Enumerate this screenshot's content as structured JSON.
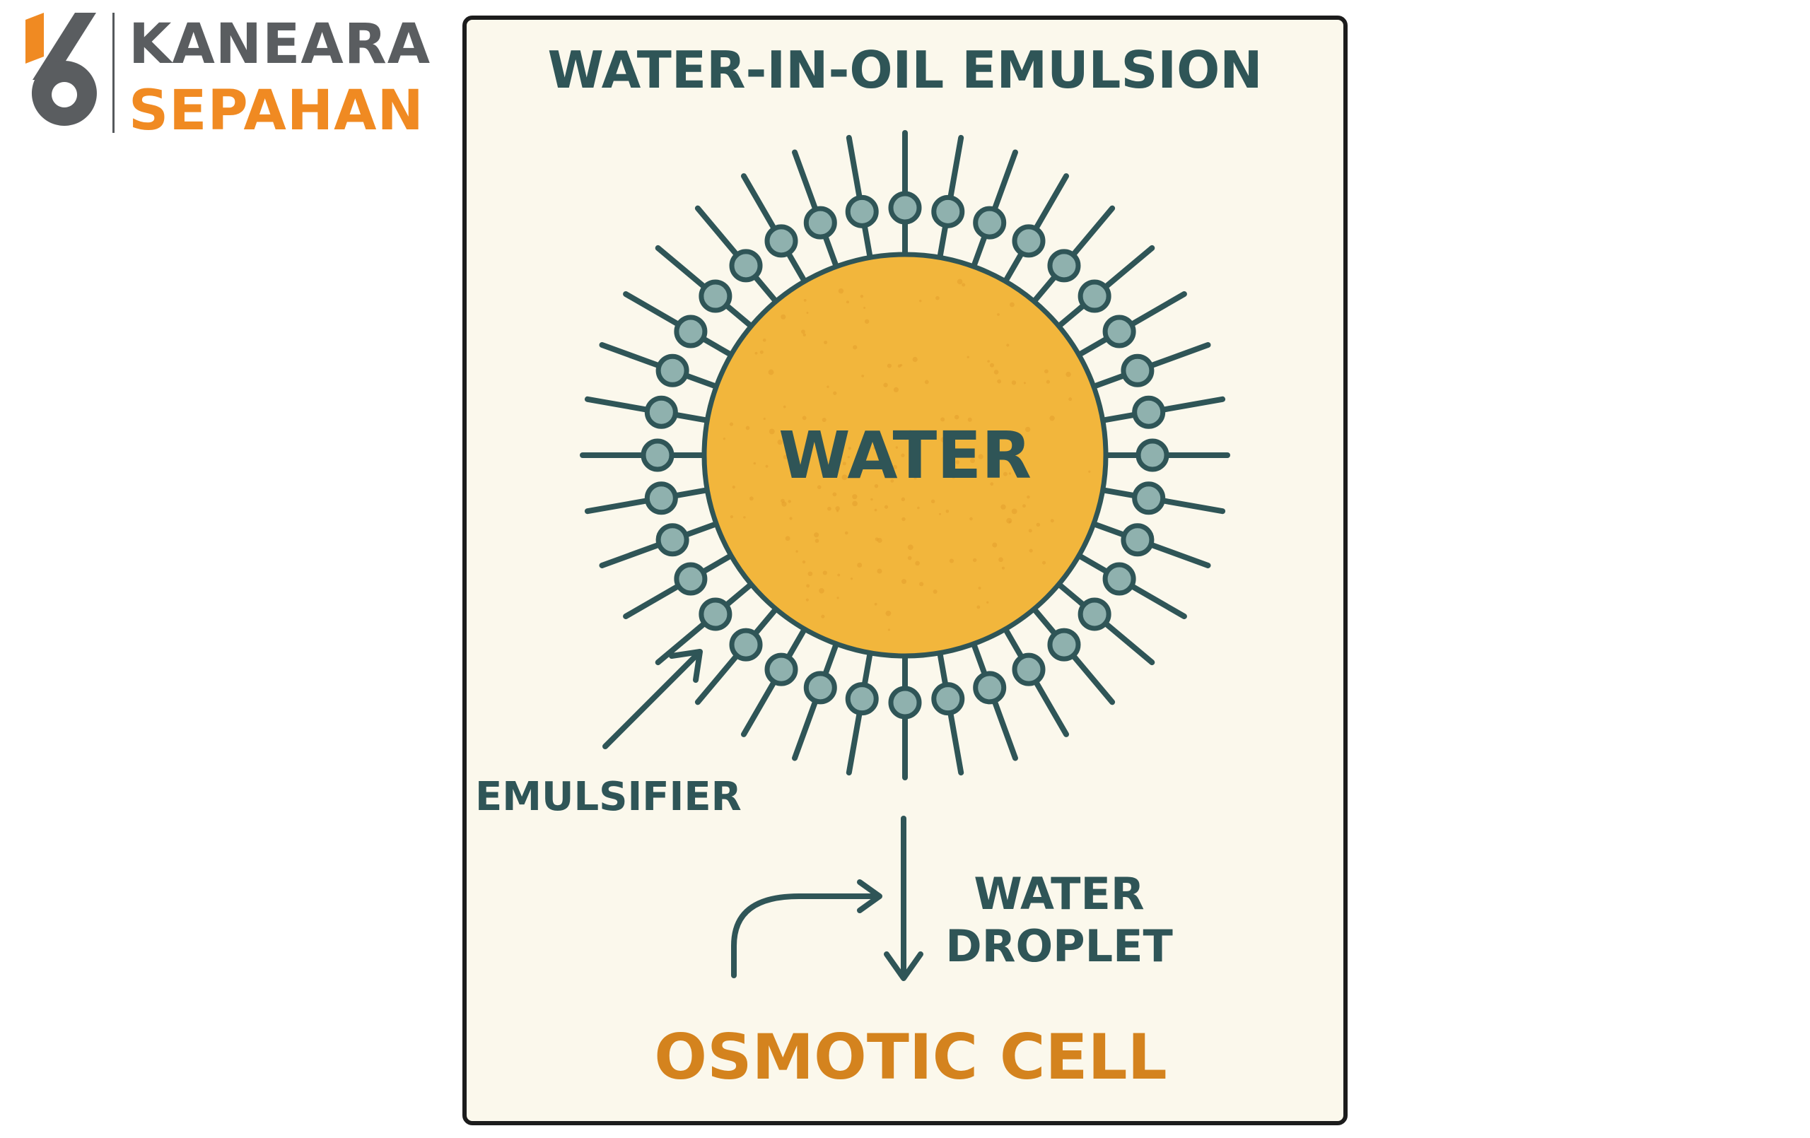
{
  "logo": {
    "line1": "KANEARA",
    "line2": "SEPAHAN",
    "colors": {
      "gray": "#5a5d60",
      "orange": "#f08a22"
    },
    "mark_icon": "kaneara-sepahan-logo-mark"
  },
  "diagram": {
    "title": "WATER-IN-OIL EMULSION",
    "droplet_label": "WATER",
    "emulsifier_label": "EMULSIFIER",
    "droplet_caption_line1": "WATER",
    "droplet_caption_line2": "DROPLET",
    "bottom_label": "OSMOTIC CELL",
    "colors": {
      "ink": "#2f5557",
      "droplet": "#f2b63c",
      "head_fill": "#8fb1ae",
      "background": "#fbf8ec",
      "accent": "#d4831e"
    },
    "emulsifier_count": 36
  }
}
